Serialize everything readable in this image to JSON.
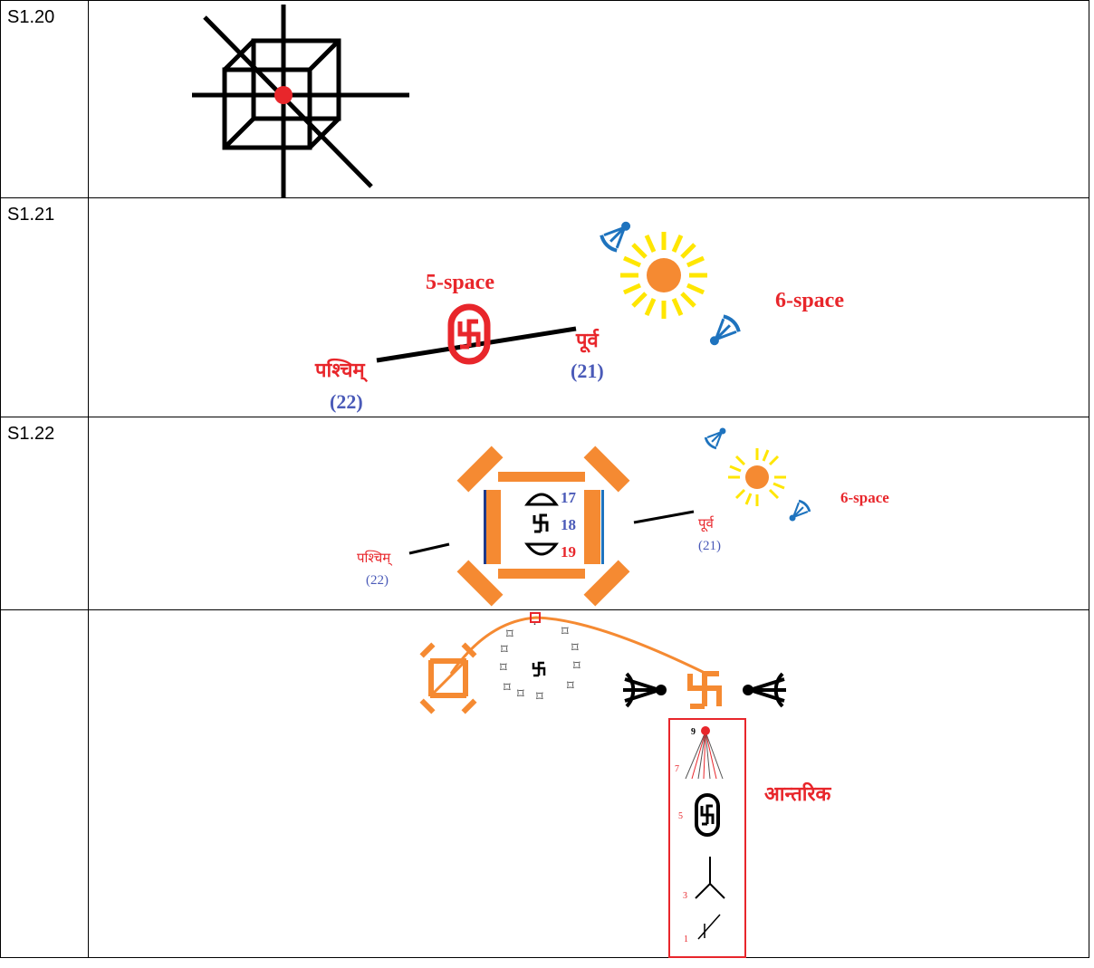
{
  "rows": [
    {
      "id": "S1.20"
    },
    {
      "id": "S1.21",
      "top_label": "5-space",
      "right_label": "6-space",
      "left_dir": "पश्चिम्",
      "left_num": "(22)",
      "right_dir": "पूर्व",
      "right_num": "(21)"
    },
    {
      "id": "S1.22",
      "nums": [
        "17",
        "18",
        "19"
      ],
      "right_label": "6-space",
      "left_dir": "पश्चिम्",
      "left_num": "(22)",
      "right_dir": "पूर्व",
      "right_num": "(21)"
    },
    {
      "id": "",
      "inner_label": "आन्तरिक",
      "levels": [
        "9",
        "7",
        "5",
        "3",
        "1"
      ]
    }
  ],
  "colors": {
    "red": "#e8262b",
    "orange": "#f58a32",
    "blue": "#4a5ab8",
    "yellow": "#ffe600",
    "sky": "#1e73be"
  }
}
